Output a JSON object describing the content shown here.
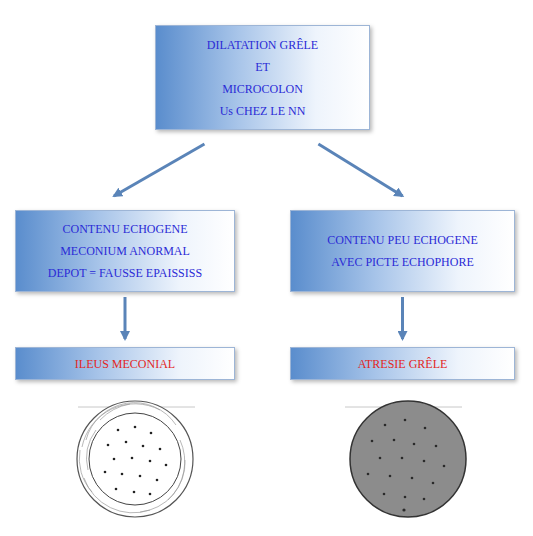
{
  "diagram": {
    "nodes": [
      {
        "text": [
          "DILATATION GRÊLE",
          "ET",
          "MICROCOLON",
          "Us CHEZ LE NN"
        ]
      },
      {
        "text": [
          "CONTENU ECHOGENE",
          "MECONIUM ANORMAL",
          "DEPOT = FAUSSE EPAISSISS"
        ]
      },
      {
        "text": [
          "CONTENU PEU ECHOGENE",
          "AVEC PICTE ECHOPHORE"
        ]
      },
      {
        "text": [
          "ILEUS MECONIAL"
        ]
      },
      {
        "text": [
          "ATRESIE GRÊLE"
        ]
      }
    ],
    "edges": [
      {
        "from": 0,
        "to": 1,
        "arrow": "to"
      },
      {
        "from": 0,
        "to": 2,
        "arrow": "to"
      },
      {
        "from": 1,
        "to": 3,
        "arrow": "to"
      },
      {
        "from": 2,
        "to": 4,
        "arrow": "to"
      }
    ]
  }
}
